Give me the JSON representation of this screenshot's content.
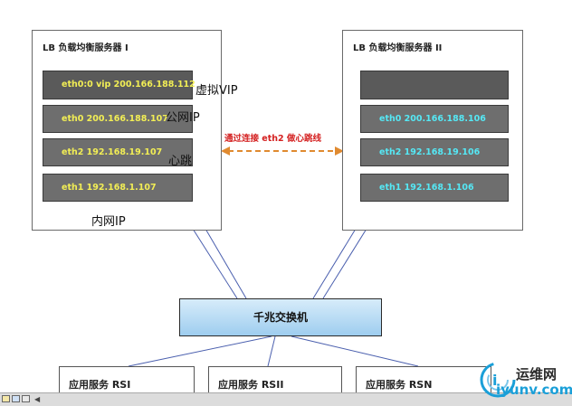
{
  "lb_left": {
    "title": "LB 负载均衡服务器 I",
    "interfaces": [
      "eth0:0 vip 200.166.188.112",
      "eth0 200.166.188.107",
      "eth2 192.168.19.107",
      "eth1 192.168.1.107"
    ]
  },
  "lb_right": {
    "title": "LB 负载均衡服务器 II",
    "interfaces": [
      "",
      "eth0 200.166.188.106",
      "eth2 192.168.19.106",
      "eth1 192.168.1.106"
    ]
  },
  "annotations": {
    "vip": "虚拟VIP",
    "public": "公网IP",
    "heartbeat": "心跳",
    "intranet": "内网IP"
  },
  "heartbeat_link": {
    "label": "通过连接 eth2 做心跳线",
    "color": "#d42020",
    "arrow_color": "#e08a30"
  },
  "switch": {
    "label": "千兆交换机"
  },
  "services": [
    "应用服务 RSI",
    "应用服务 RSII",
    "应用服务 RSN"
  ],
  "watermark": {
    "cn": "运维网",
    "url": "iyunv.com"
  },
  "colors": {
    "left_iface_text": "#f2ee55",
    "right_iface_text": "#55e8f5",
    "link_line": "#4a5fae"
  }
}
